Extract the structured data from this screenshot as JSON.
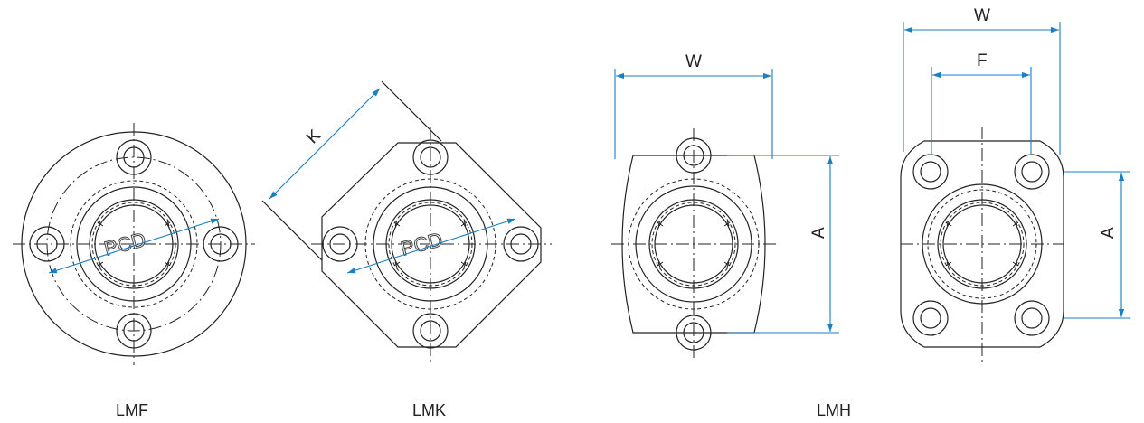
{
  "colors": {
    "line": "#222222",
    "dimension": "#1a7fc4"
  },
  "captions": {
    "lmf": "LMF",
    "lmk": "LMK",
    "lmh": "LMH"
  },
  "labels": {
    "pcd": "PCD",
    "k": "K",
    "w": "W",
    "f": "F",
    "a": "A"
  }
}
